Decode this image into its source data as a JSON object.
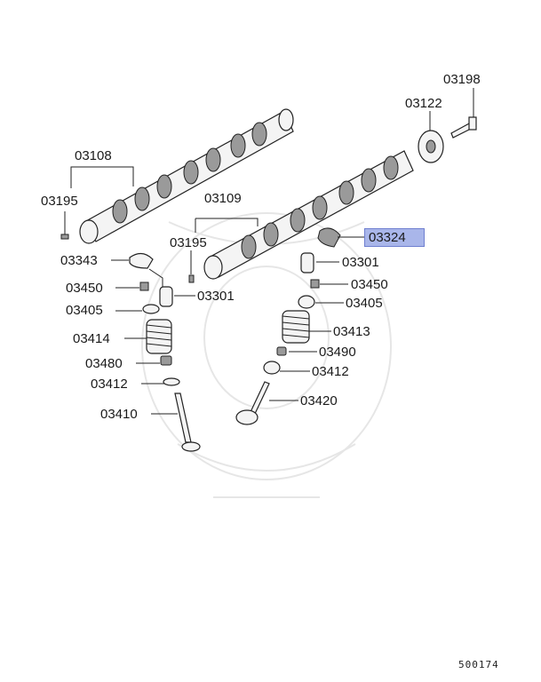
{
  "diagram": {
    "callouts": [
      {
        "key": "p03198",
        "text": "03198"
      },
      {
        "key": "p03122",
        "text": "03122"
      },
      {
        "key": "p03108",
        "text": "03108"
      },
      {
        "key": "p03195a",
        "text": "03195"
      },
      {
        "key": "p03109",
        "text": "03109"
      },
      {
        "key": "p03195b",
        "text": "03195"
      },
      {
        "key": "p03324",
        "text": "03324",
        "highlighted": true
      },
      {
        "key": "p03343",
        "text": "03343"
      },
      {
        "key": "p03301a",
        "text": "03301"
      },
      {
        "key": "p03450a",
        "text": "03450"
      },
      {
        "key": "p03301b",
        "text": "03301"
      },
      {
        "key": "p03405a",
        "text": "03405"
      },
      {
        "key": "p03450b",
        "text": "03450"
      },
      {
        "key": "p03405b",
        "text": "03405"
      },
      {
        "key": "p03414",
        "text": "03414"
      },
      {
        "key": "p03413",
        "text": "03413"
      },
      {
        "key": "p03490",
        "text": "03490"
      },
      {
        "key": "p03480",
        "text": "03480"
      },
      {
        "key": "p03412a",
        "text": "03412"
      },
      {
        "key": "p03412b",
        "text": "03412"
      },
      {
        "key": "p03420",
        "text": "03420"
      },
      {
        "key": "p03410",
        "text": "03410"
      }
    ],
    "highlight_color": "#a9b6ea",
    "figure_code": "500174"
  }
}
